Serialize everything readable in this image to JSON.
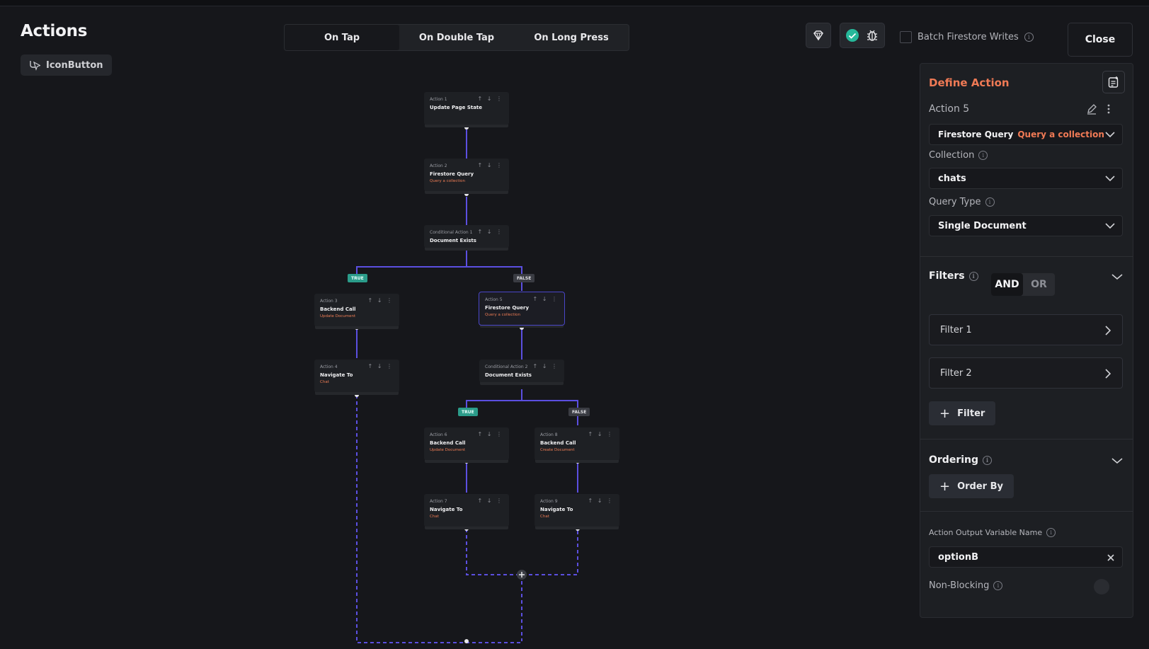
{
  "header": {
    "title": "Actions",
    "widget_label": "IconButton",
    "close_label": "Close",
    "batch_label": "Batch Firestore Writes"
  },
  "tabs": [
    {
      "label": "On Tap",
      "active": true
    },
    {
      "label": "On Double Tap",
      "active": false
    },
    {
      "label": "On Long Press",
      "active": false
    }
  ],
  "flow": {
    "nodes": [
      {
        "id": "a1",
        "label": "Action 1",
        "title": "Update Page State",
        "sub": "",
        "ctrl": "↑ ↓ ⋮"
      },
      {
        "id": "a2",
        "label": "Action 2",
        "title": "Firestore Query",
        "sub": "Query a collection",
        "ctrl": "↑ ↓ ⋮"
      },
      {
        "id": "c1",
        "label": "Conditional Action 1",
        "title": "Document Exists",
        "sub": "",
        "ctrl": "↑ ↓ ⋮"
      },
      {
        "id": "a3",
        "label": "Action 3",
        "title": "Backend Call",
        "sub": "Update Document",
        "ctrl": "↑ ↓ ⋮"
      },
      {
        "id": "a5",
        "label": "Action 5",
        "title": "Firestore Query",
        "sub": "Query a collection",
        "ctrl": "↑ ↓ ⋮"
      },
      {
        "id": "a4",
        "label": "Action 4",
        "title": "Navigate To",
        "sub": "Chat",
        "ctrl": "↑ ↓ ⋮"
      },
      {
        "id": "c2",
        "label": "Conditional Action 2",
        "title": "Document Exists",
        "sub": "",
        "ctrl": "↑ ↓ ⋮"
      },
      {
        "id": "a6",
        "label": "Action 6",
        "title": "Backend Call",
        "sub": "Update Document",
        "ctrl": "↑ ↓ ⋮"
      },
      {
        "id": "a8",
        "label": "Action 8",
        "title": "Backend Call",
        "sub": "Create Document",
        "ctrl": "↑ ↓ ⋮"
      },
      {
        "id": "a7",
        "label": "Action 7",
        "title": "Navigate To",
        "sub": "Chat",
        "ctrl": "↑ ↓ ⋮"
      },
      {
        "id": "a9",
        "label": "Action 9",
        "title": "Navigate To",
        "sub": "Chat",
        "ctrl": "↑ ↓ ⋮"
      }
    ],
    "badges": {
      "true_label": "TRUE",
      "false_label": "FALSE"
    }
  },
  "panel": {
    "title": "Define Action",
    "action_name": "Action 5",
    "action_type": "Firestore Query",
    "action_type_sub": "Query a collection",
    "collection_label": "Collection",
    "collection_value": "chats",
    "query_type_label": "Query Type",
    "query_type_value": "Single Document",
    "filters_label": "Filters",
    "and_label": "AND",
    "or_label": "OR",
    "filters": [
      "Filter 1",
      "Filter 2"
    ],
    "add_filter_label": "Filter",
    "ordering_label": "Ordering",
    "order_by_label": "Order By",
    "output_var_label": "Action Output Variable Name",
    "output_var_value": "optionB",
    "non_blocking_label": "Non-Blocking"
  },
  "colors": {
    "accent": "#f07a55",
    "connector": "#5b4fe0",
    "true_badge": "#2b9c8a",
    "check_green": "#26b89a"
  }
}
